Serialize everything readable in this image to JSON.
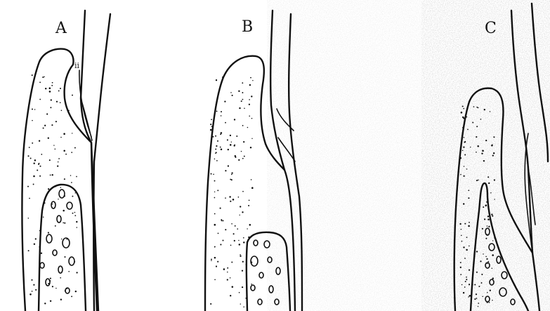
{
  "figure": {
    "panels": [
      {
        "id": "A",
        "label": "A",
        "mark": "ii"
      },
      {
        "id": "B",
        "label": "B"
      },
      {
        "id": "C",
        "label": "C"
      }
    ]
  }
}
